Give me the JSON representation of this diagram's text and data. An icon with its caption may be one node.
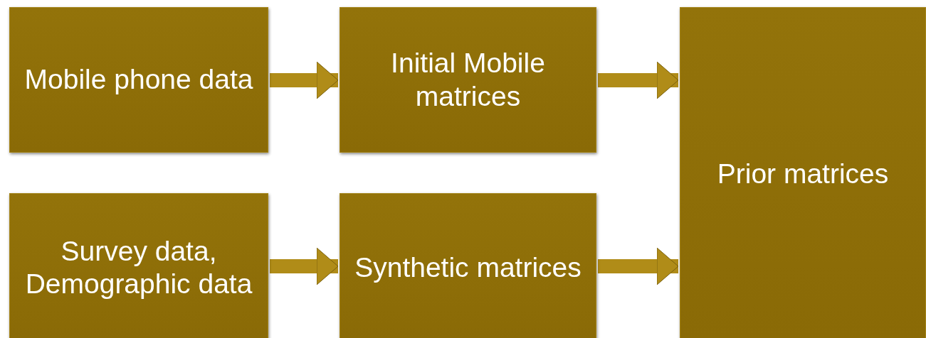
{
  "diagram": {
    "nodes": [
      {
        "text": [
          "Mobile phone data"
        ]
      },
      {
        "text": [
          "Initial Mobile matrices"
        ]
      },
      {
        "text": [
          "Prior matrices"
        ]
      },
      {
        "text": [
          "Survey data, Demographic data"
        ]
      },
      {
        "text": [
          "Synthetic matrices"
        ]
      }
    ],
    "edges": [
      {
        "from": 0,
        "to": 1,
        "arrow": "to"
      },
      {
        "from": 1,
        "to": 2,
        "arrow": "to"
      },
      {
        "from": 3,
        "to": 4,
        "arrow": "to"
      },
      {
        "from": 4,
        "to": 2,
        "arrow": "to"
      }
    ]
  }
}
